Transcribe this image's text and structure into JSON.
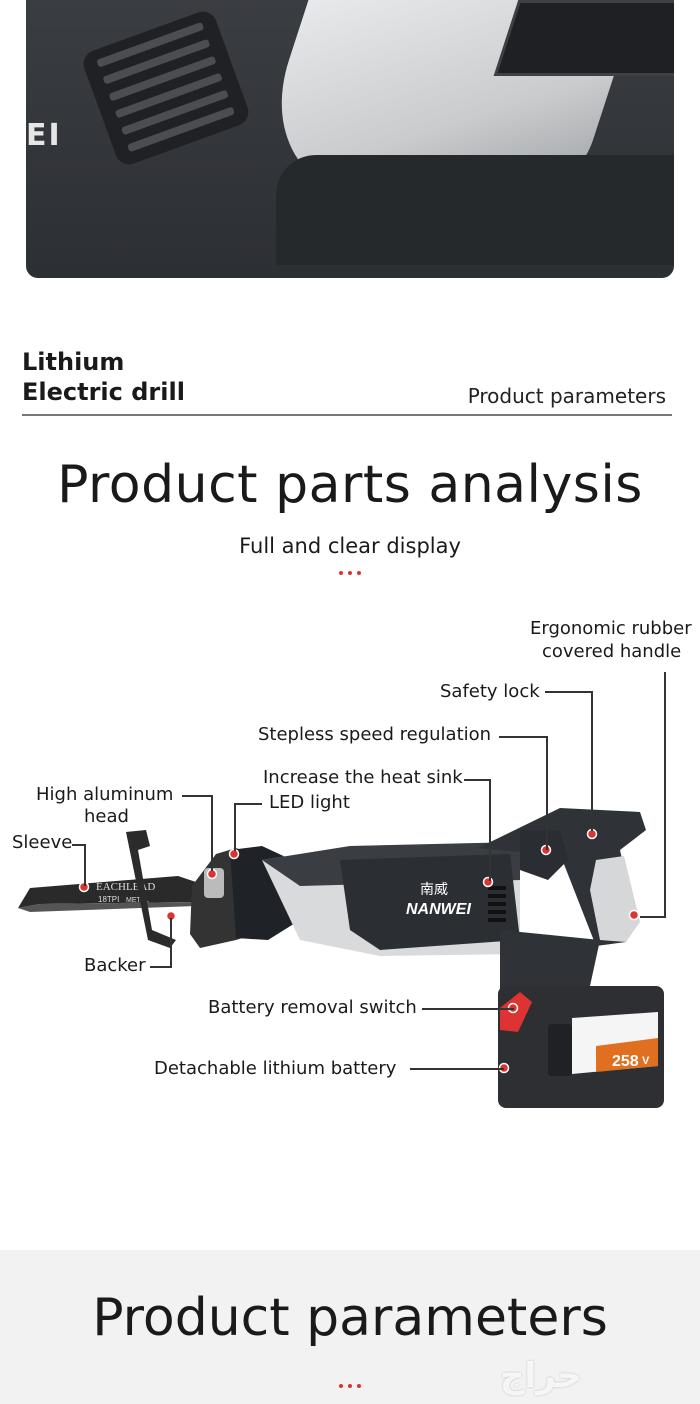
{
  "header": {
    "brand_line1": "Lithium",
    "brand_line2": "Electric drill",
    "section_link": "Product parameters"
  },
  "analysis": {
    "title": "Product parts analysis",
    "subtitle": "Full and clear display"
  },
  "parts": {
    "ergonomic_1": "Ergonomic rubber",
    "ergonomic_2": "covered handle",
    "safety_lock": "Safety lock",
    "stepless": "Stepless speed regulation",
    "heat_sink": "Increase the heat sink",
    "aluminum_1": "High aluminum",
    "aluminum_2": "head",
    "led": "LED light",
    "sleeve": "Sleeve",
    "backer": "Backer",
    "battery_switch": "Battery removal switch",
    "battery": "Detachable lithium battery"
  },
  "product_marks": {
    "logo_cn": "南威",
    "logo_en": "NANWEI",
    "blade_brand": "EACHLEAD",
    "blade_tpi": "18TPI",
    "blade_metal": "METAL",
    "battery_voltage": "258",
    "battery_unit": "V",
    "photo_tag": "EI"
  },
  "bottom": {
    "title": "Product parameters",
    "watermark": "حراج"
  },
  "colors": {
    "accent": "#d33333",
    "tool_body": "#2f3236",
    "battery_orange": "#e0701f"
  }
}
